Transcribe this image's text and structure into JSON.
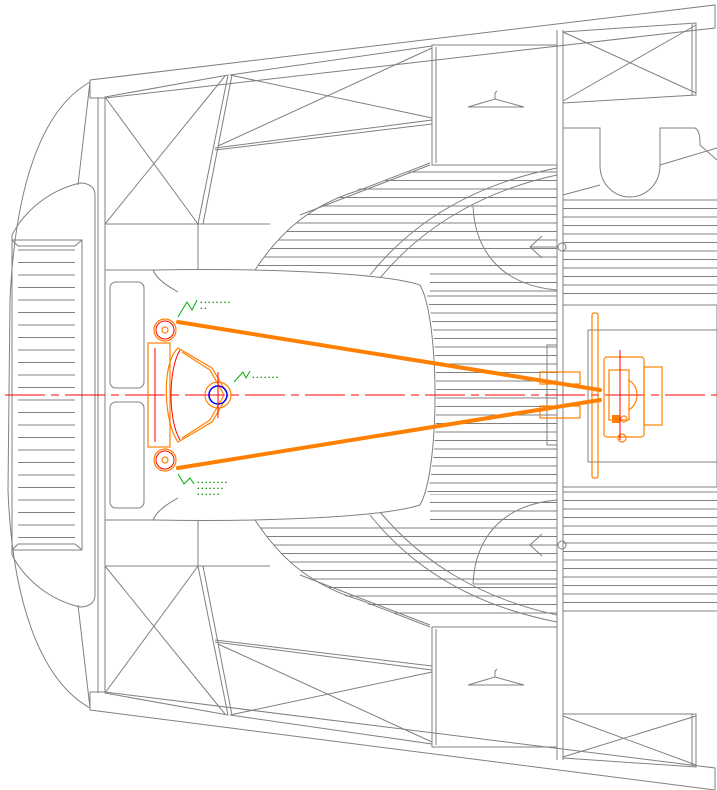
{
  "drawing": {
    "type": "deck-plan",
    "subject": "catamaran aft deck / helm steering layout",
    "colors": {
      "structure": "#808080",
      "steering_gear": "#ff8000",
      "centerline": "#ff0000",
      "rudder_stock": "#0000ff",
      "annotation": "#008000",
      "background": "#ffffff"
    }
  },
  "annotations": [
    {
      "id": "note-quadrant",
      "lines": [
        "• • • • • • • •",
        "• •"
      ]
    },
    {
      "id": "note-rudder-stock",
      "lines": [
        "• • • • • • •"
      ]
    },
    {
      "id": "note-tie-rod",
      "lines": [
        "• • • • • • • •",
        "• • • • • • •",
        "• • • • • •"
      ]
    }
  ],
  "symbols": {
    "hanger_top": "coat-hanger",
    "hanger_bottom": "coat-hanger",
    "door_top": "door-swing",
    "door_bottom": "door-swing"
  }
}
